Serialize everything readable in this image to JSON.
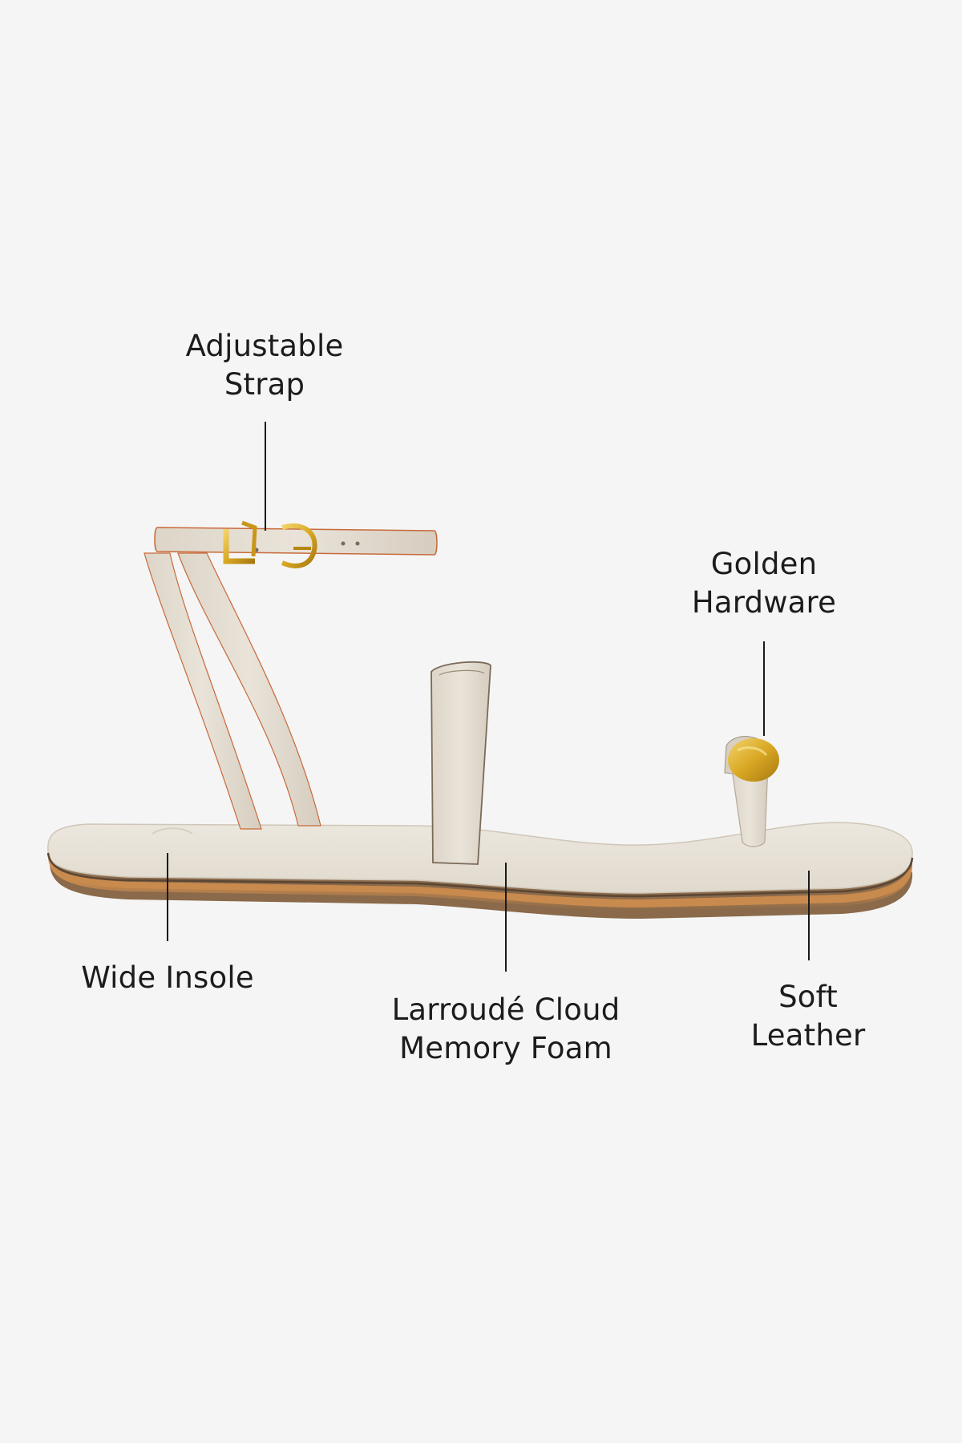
{
  "callouts": {
    "adjustable_strap": {
      "line1": "Adjustable",
      "line2": "Strap"
    },
    "golden_hardware": {
      "line1": "Golden",
      "line2": "Hardware"
    },
    "wide_insole": {
      "line1": "Wide Insole"
    },
    "cloud_memory_foam": {
      "line1": "Larroudé Cloud",
      "line2": "Memory Foam"
    },
    "soft_leather": {
      "line1": "Soft",
      "line2": "Leather"
    }
  },
  "colors": {
    "background": "#f5f5f5",
    "leather": "#e6e0d6",
    "leather_shadow": "#cfc6b8",
    "edge_orange": "#c86a3a",
    "gold": "#d4a21e",
    "sole_tan": "#c98a4e",
    "sole_brown": "#8a6a4a",
    "label_text": "#1c1c1c"
  }
}
